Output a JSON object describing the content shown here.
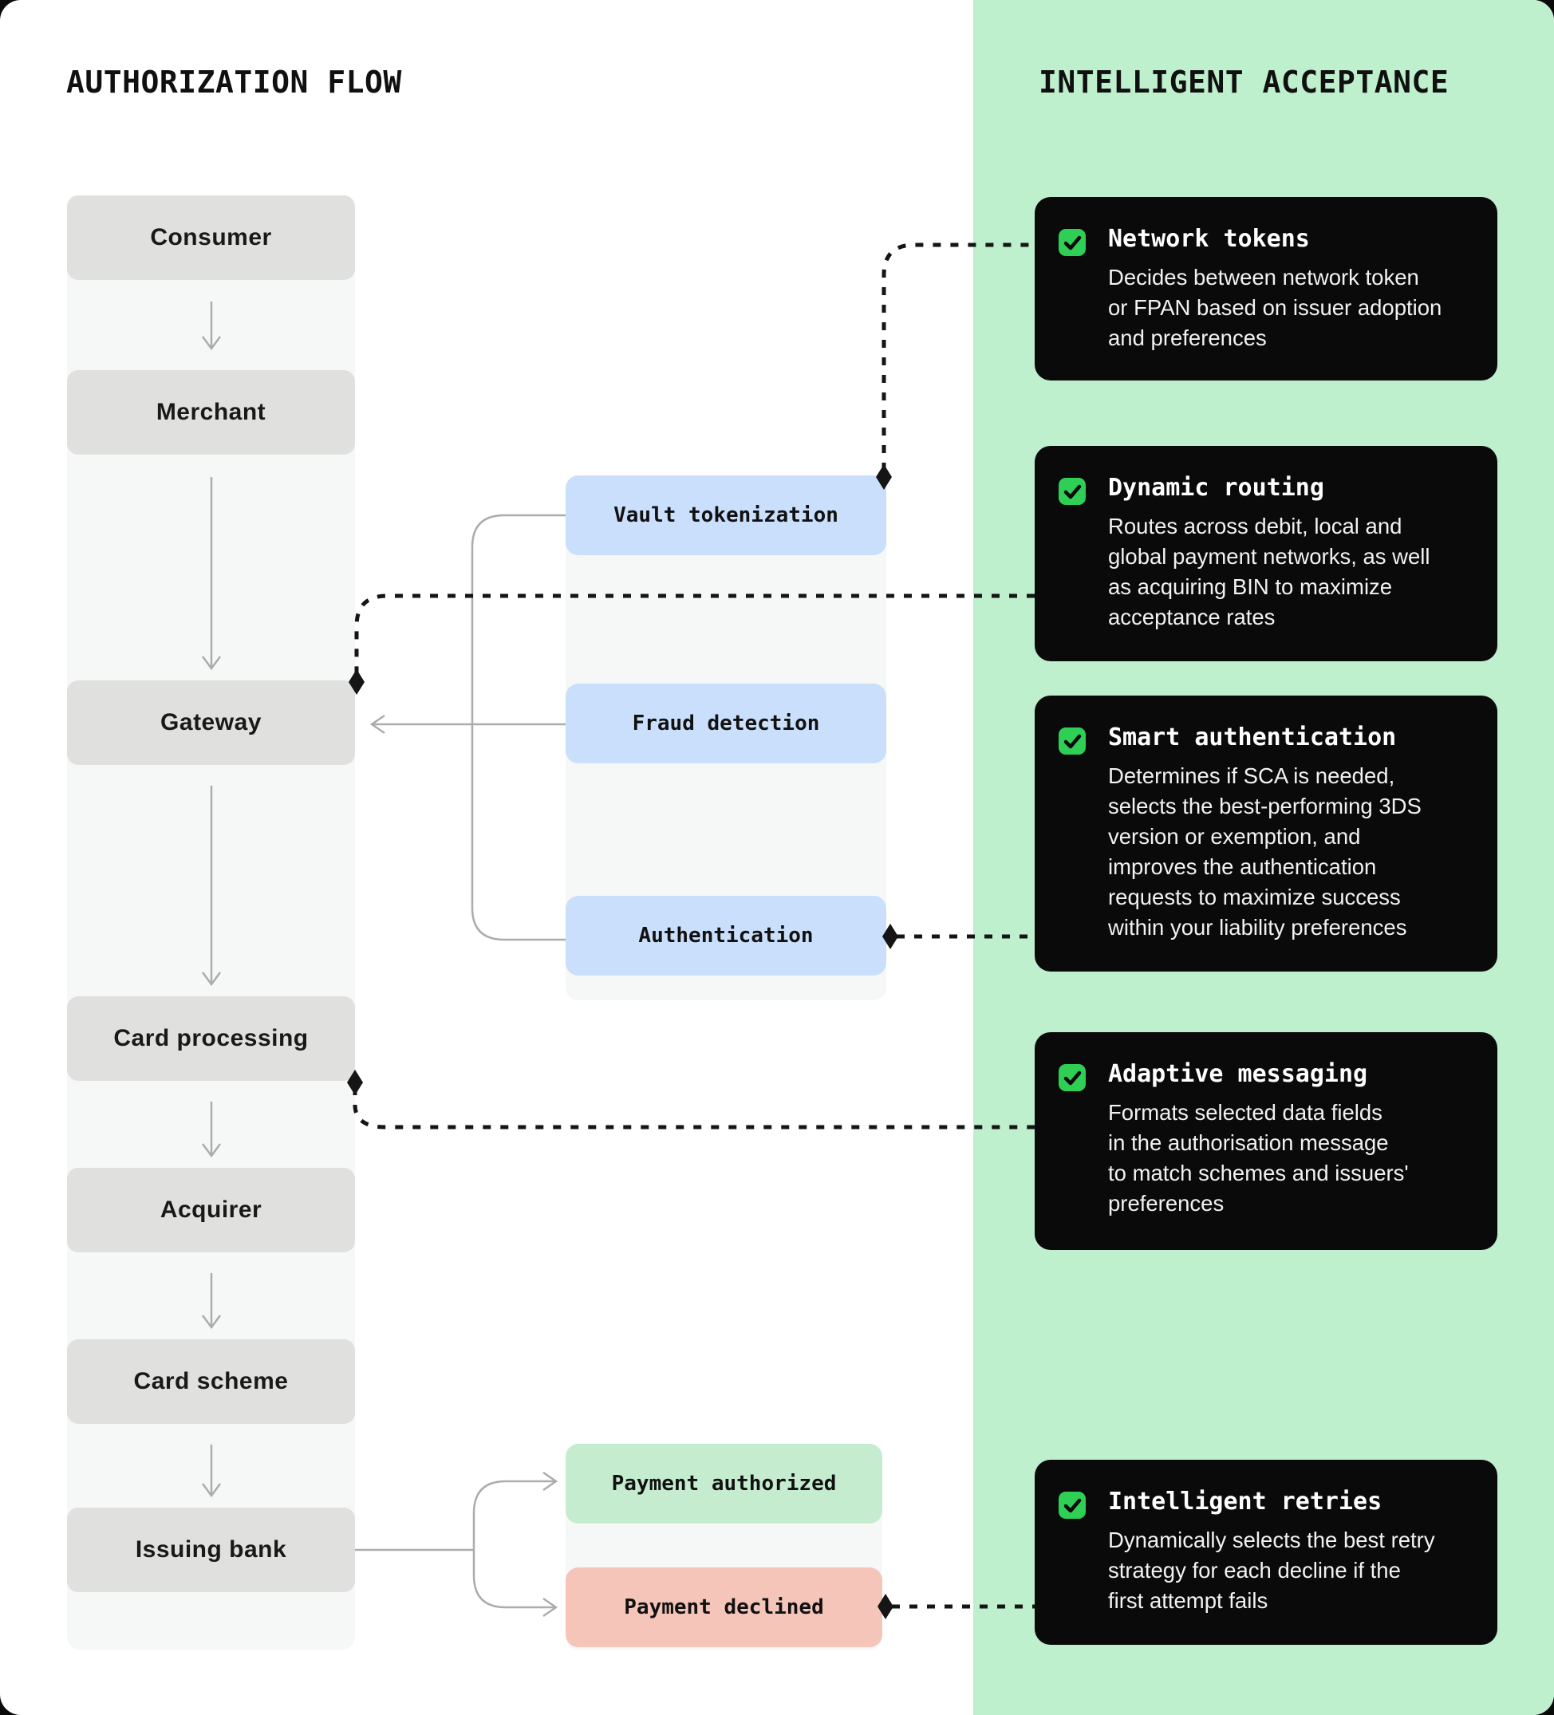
{
  "titles": {
    "left": "AUTHORIZATION FLOW",
    "right": "INTELLIGENT ACCEPTANCE"
  },
  "flow": {
    "nodes": [
      {
        "label": "Consumer"
      },
      {
        "label": "Merchant"
      },
      {
        "label": "Gateway"
      },
      {
        "label": "Card processing"
      },
      {
        "label": "Acquirer"
      },
      {
        "label": "Card scheme"
      },
      {
        "label": "Issuing bank"
      }
    ]
  },
  "services": {
    "nodes": [
      {
        "label": "Vault tokenization"
      },
      {
        "label": "Fraud detection"
      },
      {
        "label": "Authentication"
      }
    ]
  },
  "outcomes": {
    "nodes": [
      {
        "label": "Payment authorized",
        "status": "success"
      },
      {
        "label": "Payment declined",
        "status": "declined"
      }
    ]
  },
  "features": {
    "cards": [
      {
        "icon": "check-icon",
        "title": "Network tokens",
        "body": "Decides between network token\nor FPAN based on issuer adoption\nand preferences"
      },
      {
        "icon": "check-icon",
        "title": "Dynamic routing",
        "body": "Routes across debit, local and\nglobal payment networks, as well\nas acquiring BIN to maximize\nacceptance rates"
      },
      {
        "icon": "check-icon",
        "title": "Smart authentication",
        "body": "Determines if SCA is needed,\nselects the best-performing 3DS\nversion or exemption, and\nimproves the authentication\nrequests to maximize success\nwithin your liability preferences"
      },
      {
        "icon": "check-icon",
        "title": "Adaptive messaging",
        "body": "Formats selected data fields\nin the authorisation message\nto match schemes and issuers'\npreferences"
      },
      {
        "icon": "check-icon",
        "title": "Intelligent retries",
        "body": "Dynamically selects the best retry\nstrategy for each decline if the\nfirst attempt fails"
      }
    ]
  },
  "colors": {
    "panel_green": "#bff0cd",
    "checkbox_green": "#2fcf55",
    "card_black": "#0a0a0a",
    "flow_gray": "#e0e0de",
    "service_blue": "#cadffb",
    "authorized_green": "#c6ecd0",
    "declined_salmon": "#f6c5b9",
    "track_gray": "#f6f8f7",
    "connector_gray": "#acacac",
    "dotted_black": "#151515"
  }
}
